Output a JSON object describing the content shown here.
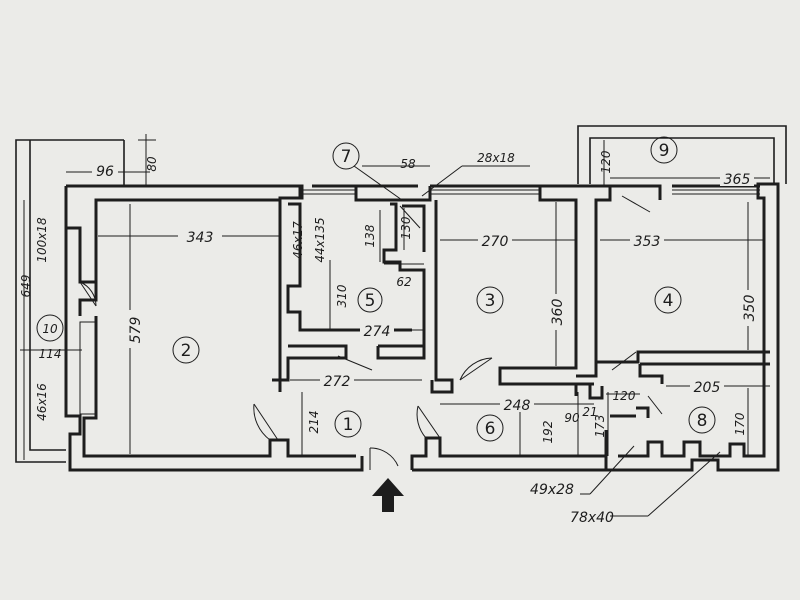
{
  "rooms": [
    {
      "id": "1"
    },
    {
      "id": "2"
    },
    {
      "id": "3"
    },
    {
      "id": "4"
    },
    {
      "id": "5"
    },
    {
      "id": "6"
    },
    {
      "id": "7"
    },
    {
      "id": "8"
    },
    {
      "id": "9"
    },
    {
      "id": "10"
    }
  ],
  "dimensions": {
    "d96": "96",
    "d80": "80",
    "d343": "343",
    "d579": "579",
    "d58": "58",
    "d28x18": "28x18",
    "d138": "138",
    "d130": "130",
    "d62": "62",
    "d46x17": "46x17",
    "d44x135": "44x135",
    "d310": "310",
    "d274": "274",
    "d272": "272",
    "d270": "270",
    "d360": "360",
    "d120a": "120",
    "d365": "365",
    "d353": "353",
    "d350": "350",
    "d649": "649",
    "d100x18": "100x18",
    "d114": "114",
    "d46x16": "46x16",
    "d214": "214",
    "d248": "248",
    "d192": "192",
    "d90": "90",
    "d21": "21",
    "d173": "173",
    "d120b": "120",
    "d205": "205",
    "d170": "170",
    "d49x28": "49x28",
    "d78x40": "78x40"
  },
  "colors": {
    "paper": "#ebebe8",
    "ink": "#1d1d1d"
  },
  "icons": {
    "entrance": "entrance-arrow-icon"
  }
}
